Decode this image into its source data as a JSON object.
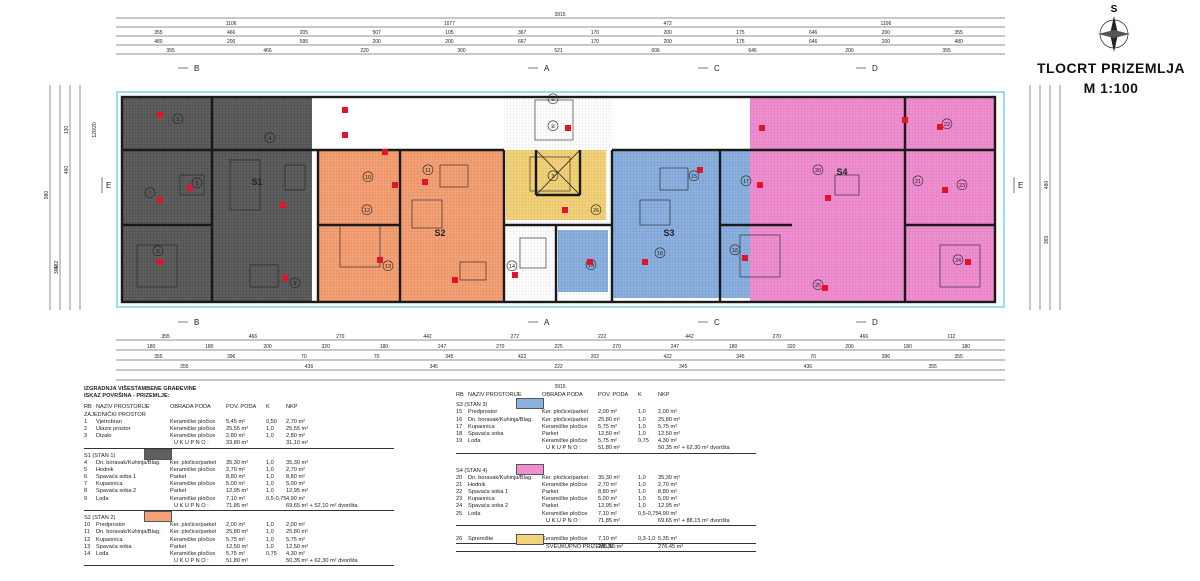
{
  "plan_title": "TLOCRT PRIZEMLJA",
  "plan_scale": "M 1:100",
  "compass_letter": "S",
  "section_marks": [
    {
      "letter": "B",
      "pos": "top"
    },
    {
      "letter": "A",
      "pos": "top"
    },
    {
      "letter": "C",
      "pos": "top"
    },
    {
      "letter": "D",
      "pos": "top"
    },
    {
      "letter": "B",
      "pos": "bottom"
    },
    {
      "letter": "A",
      "pos": "bottom"
    },
    {
      "letter": "C",
      "pos": "bottom"
    },
    {
      "letter": "D",
      "pos": "bottom"
    },
    {
      "letter": "E",
      "pos": "left"
    },
    {
      "letter": "E",
      "pos": "right"
    }
  ],
  "top_dims": {
    "overall": "3915",
    "row1": [
      "1106",
      "1077",
      "472",
      "1106"
    ],
    "row2": [
      "355",
      "466",
      "205",
      "507",
      "105",
      "367",
      "170",
      "200",
      "175",
      "646",
      "200",
      "355"
    ],
    "row3": [
      "480",
      "200",
      "595",
      "200",
      "200",
      "667",
      "170",
      "200",
      "175",
      "646",
      "200",
      "480"
    ],
    "row4": [
      "355",
      "466",
      "220",
      "300",
      "521",
      "606",
      "646",
      "200",
      "355"
    ]
  },
  "bottom_dims": {
    "row1": [
      "355",
      "466",
      "270",
      "442",
      "272",
      "222",
      "442",
      "270",
      "466",
      "112"
    ],
    "row2": [
      "180",
      "180",
      "200",
      "320",
      "180",
      "247",
      "270",
      "225",
      "270",
      "247",
      "180",
      "320",
      "200",
      "180",
      "180"
    ],
    "row3": [
      "355",
      "396",
      "70",
      "70",
      "345",
      "422",
      "202",
      "422",
      "345",
      "70",
      "396",
      "355"
    ],
    "row4": [
      "355",
      "436",
      "345",
      "222",
      "345",
      "436",
      "355"
    ],
    "overall": "3915"
  },
  "side_dims": [
    "980",
    "482",
    "365",
    "130",
    "460",
    "480",
    "369",
    "120/20"
  ],
  "rooms": [
    {
      "no": "1",
      "label": "①"
    },
    {
      "no": "2",
      "label": "②"
    },
    {
      "no": "3",
      "label": "3"
    },
    {
      "no": "S1",
      "label": "S1"
    },
    {
      "no": "S2",
      "label": "S2"
    },
    {
      "no": "S3",
      "label": "S3"
    },
    {
      "no": "S4",
      "label": "S4"
    },
    {
      "no": "4",
      "label": "4"
    },
    {
      "no": "5",
      "label": "5"
    },
    {
      "no": "6",
      "label": "6"
    },
    {
      "no": "7",
      "label": "7"
    },
    {
      "no": "8",
      "label": "8"
    },
    {
      "no": "9",
      "label": "9"
    },
    {
      "no": "10",
      "label": "10"
    },
    {
      "no": "11",
      "label": "11"
    },
    {
      "no": "12",
      "label": "12"
    },
    {
      "no": "13",
      "label": "13"
    },
    {
      "no": "14",
      "label": "14"
    },
    {
      "no": "15",
      "label": "15"
    },
    {
      "no": "16",
      "label": "16"
    },
    {
      "no": "17",
      "label": "17"
    },
    {
      "no": "18",
      "label": "18"
    },
    {
      "no": "19",
      "label": "19"
    },
    {
      "no": "20",
      "label": "20"
    },
    {
      "no": "21",
      "label": "21"
    },
    {
      "no": "22",
      "label": "22"
    },
    {
      "no": "23",
      "label": "23"
    },
    {
      "no": "24",
      "label": "24"
    },
    {
      "no": "25",
      "label": "25"
    },
    {
      "no": "26",
      "label": "26"
    }
  ],
  "colors": {
    "stan1": "#5f5f5f",
    "stan2": "#f3a177",
    "stan3": "#8cb1df",
    "stan4": "#ef8fcf",
    "common": "#ffffff",
    "storage": "#f2d27a",
    "wall": "#1a1a1a",
    "annotation_red": "#e0142b",
    "outline_cyan": "#35c0d8"
  },
  "left_table": {
    "heading1": "IZGRADNJA VIŠESTAMBENE GRAĐEVINE",
    "heading2": "ISKAZ POVRŠINA - PRIZEMLJE:",
    "columns": [
      "RB",
      "NAZIV PROSTORIJE",
      "OBRADA PODA",
      "POV. PODA",
      "K",
      "NKP"
    ],
    "common_title": "ZAJEDNIČKI PROSTOR",
    "common_rows": [
      [
        "1",
        "Vjetrobran",
        "Keramičke pločice",
        "5,45 m²",
        "0,50",
        "2,70 m²"
      ],
      [
        "2",
        "Ulazni prostor",
        "Keramičke pločice",
        "25,55 m²",
        "1,0",
        "25,55 m²"
      ],
      [
        "3",
        "Dizalo",
        "Keramičke pločice",
        "2,80 m²",
        "1,0",
        "2,80 m²"
      ]
    ],
    "common_total": [
      "U K U P N O :",
      "33,80 m²",
      "31,10 m²"
    ],
    "stan1_title": "S1 (STAN 1)",
    "stan1_rows": [
      [
        "4",
        "Dn. boravak/Kuhinja/Blag.",
        "Ker. pločice/parket",
        "35,30 m²",
        "1,0",
        "35,30 m²"
      ],
      [
        "5",
        "Hodnik",
        "Keramičke pločice",
        "2,70 m²",
        "1,0",
        "2,70 m²"
      ],
      [
        "6",
        "Spavaća soba 1",
        "Parket",
        "8,80 m²",
        "1,0",
        "8,80 m²"
      ],
      [
        "7",
        "Kupaonica",
        "Keramičke pločice",
        "5,00 m²",
        "1,0",
        "5,00 m²"
      ],
      [
        "8",
        "Spavaća soba 2",
        "Parket",
        "12,95 m²",
        "1,0",
        "12,95 m²"
      ],
      [
        "9",
        "Lođa",
        "Keramičke pločice",
        "7,10 m²",
        "0,5-0,75",
        "4,90 m²"
      ]
    ],
    "stan1_total": [
      "U K U P N O :",
      "71,85 m²",
      "69,65 m² + 52,10 m² dvorišta"
    ],
    "stan2_title": "S2 (STAN 2)",
    "stan2_rows": [
      [
        "10",
        "Predprostor",
        "Ker. pločice/parket",
        "2,00 m²",
        "1,0",
        "2,00 m²"
      ],
      [
        "11",
        "Dn. boravak/Kuhinja/Blag.",
        "Ker. pločice/parket",
        "25,80 m²",
        "1,0",
        "25,80 m²"
      ],
      [
        "12",
        "Kupaonica",
        "Keramičke pločice",
        "5,75 m²",
        "1,0",
        "5,75 m²"
      ],
      [
        "13",
        "Spavaća soba",
        "Parket",
        "12,50 m²",
        "1,0",
        "12,50 m²"
      ],
      [
        "14",
        "Lođa",
        "Keramičke pločice",
        "5,75 m²",
        "0,75",
        "4,30 m²"
      ]
    ],
    "stan2_total": [
      "U K U P N O :",
      "51,80 m²",
      "50,35 m² + 62,30 m² dvorišta"
    ]
  },
  "right_table": {
    "columns": [
      "RB",
      "NAZIV PROSTORIJE",
      "OBRADA PODA",
      "POV. PODA",
      "K",
      "NKP"
    ],
    "stan3_title": "S3 (STAN 3)",
    "stan3_rows": [
      [
        "15",
        "Predprostor",
        "Ker. pločice/parket",
        "2,00 m²",
        "1,0",
        "2,00 m²"
      ],
      [
        "16",
        "Dn. boravak/Kuhinja/Blag.",
        "Ker. pločice/parket",
        "25,80 m²",
        "1,0",
        "25,80 m²"
      ],
      [
        "17",
        "Kupaonica",
        "Keramičke pločice",
        "5,75 m²",
        "1,0",
        "5,75 m²"
      ],
      [
        "18",
        "Spavaća soba",
        "Parket",
        "12,50 m²",
        "1,0",
        "12,50 m²"
      ],
      [
        "19",
        "Lođa",
        "Keramičke pločice",
        "5,75 m²",
        "0,75",
        "4,30 m²"
      ]
    ],
    "stan3_total": [
      "U K U P N O :",
      "51,80 m²",
      "50,35 m² + 62,30 m² dvorišta"
    ],
    "stan4_title": "S4 (STAN 4)",
    "stan4_rows": [
      [
        "20",
        "Dn. boravak/Kuhinja/Blag.",
        "Ker. pločice/parket",
        "35,30 m²",
        "1,0",
        "35,30 m²"
      ],
      [
        "21",
        "Hodnik",
        "Keramičke pločice",
        "2,70 m²",
        "1,0",
        "2,70 m²"
      ],
      [
        "22",
        "Spavaća soba 1",
        "Parket",
        "8,80 m²",
        "1,0",
        "8,80 m²"
      ],
      [
        "23",
        "Kupaonica",
        "Keramičke pločice",
        "5,00 m²",
        "1,0",
        "5,00 m²"
      ],
      [
        "24",
        "Spavaća soba 2",
        "Parket",
        "12,95 m²",
        "1,0",
        "12,95 m²"
      ],
      [
        "25",
        "Lođa",
        "Keramičke pločice",
        "7,10 m²",
        "0,5-0,75",
        "4,90 m²"
      ]
    ],
    "stan4_total": [
      "U K U P N O :",
      "71,85 m²",
      "69,65 m² + 88,15 m² dvorišta"
    ],
    "storage_row": [
      "26",
      "Spremište",
      "Keramičke pločice",
      "7,10 m²",
      "0,3-1,0",
      "5,35 m²"
    ],
    "grand_total": [
      "SVEUKUPNO PRIZEMLJE :",
      "285,55 m²",
      "276,45 m²"
    ]
  }
}
